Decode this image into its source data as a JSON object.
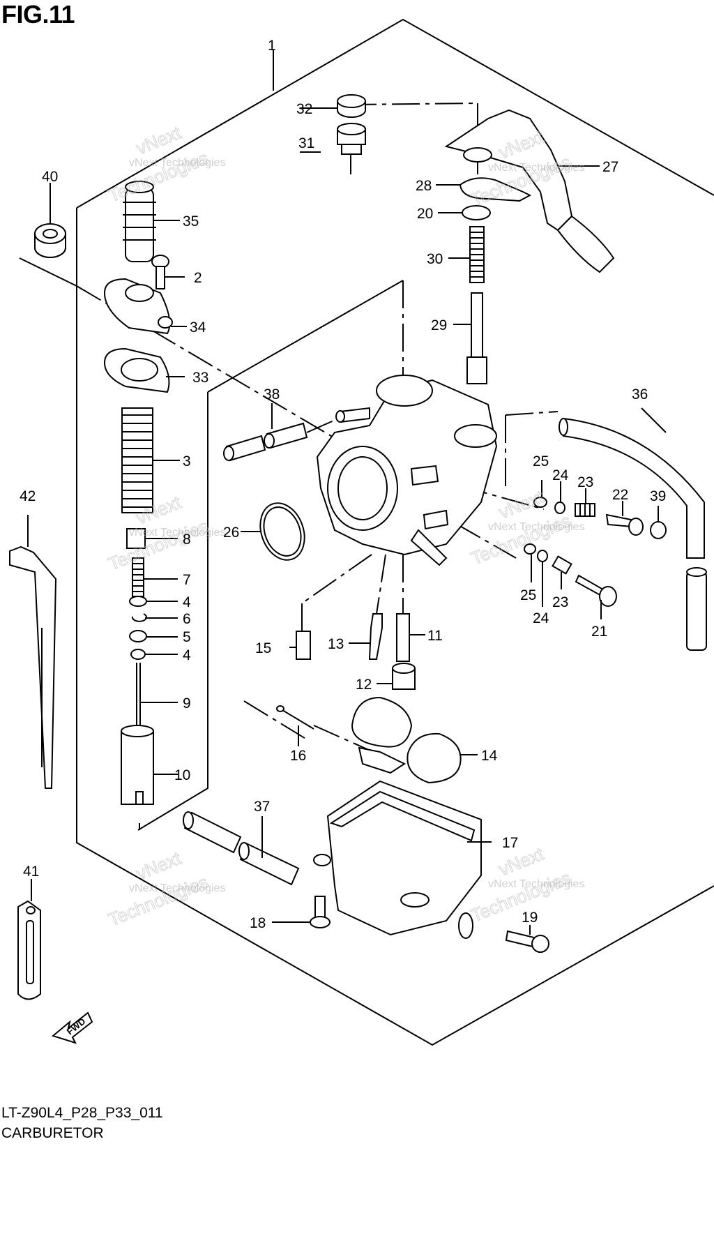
{
  "header": {
    "figure_title": "FIG.11"
  },
  "footer": {
    "model_code": "LT-Z90L4_P28_P33_011",
    "part_name": "CARBURETOR"
  },
  "fwd_arrow_label": "FWD",
  "watermark": {
    "line1": "vNext Technologies",
    "line2": "vNext",
    "line3": "Technologies"
  },
  "callouts": [
    "1",
    "2",
    "3",
    "4",
    "4",
    "5",
    "6",
    "7",
    "8",
    "9",
    "10",
    "11",
    "12",
    "13",
    "14",
    "15",
    "16",
    "17",
    "18",
    "19",
    "20",
    "21",
    "22",
    "23",
    "23",
    "24",
    "24",
    "25",
    "25",
    "26",
    "27",
    "28",
    "29",
    "30",
    "31",
    "32",
    "33",
    "34",
    "35",
    "36",
    "37",
    "38",
    "39",
    "40",
    "41",
    "42"
  ]
}
